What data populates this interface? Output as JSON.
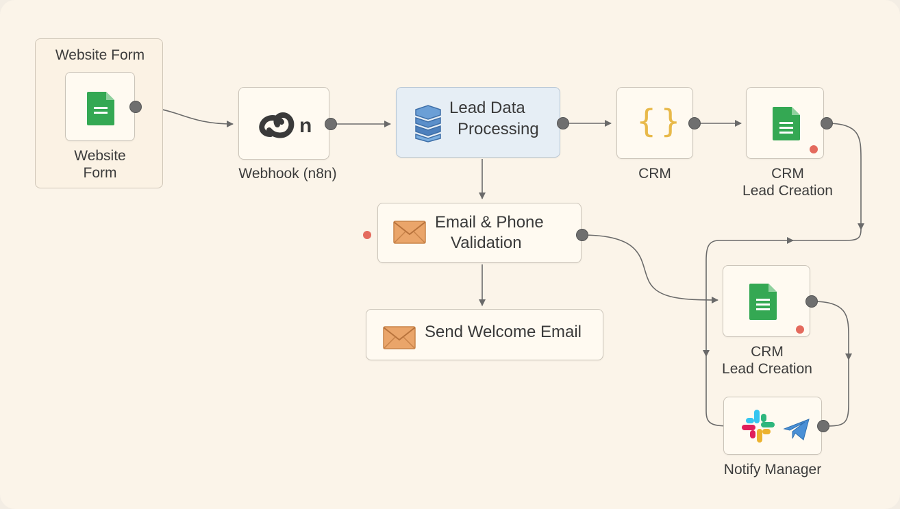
{
  "group": {
    "title": "Website Form"
  },
  "nodes": {
    "website_form": {
      "label_line1": "Website",
      "label_line2": "Form",
      "icon": "document-icon"
    },
    "webhook": {
      "label": "Webhook (n8n)",
      "icon": "n8n-logo-icon",
      "logo_text": "n"
    },
    "lead_processing": {
      "text_line1": "Lead Data",
      "text_line2": "Processing",
      "icon": "database-stack-icon"
    },
    "crm_code": {
      "label": "CRM",
      "icon": "curly-braces-icon",
      "glyph": "{}"
    },
    "crm_lead_1": {
      "label_line1": "CRM",
      "label_line2": "Lead Creation",
      "icon": "document-icon"
    },
    "validation": {
      "text_line1": "Email & Phone",
      "text_line2": "Validation",
      "icon": "envelope-icon"
    },
    "welcome_email": {
      "text": "Send Welcome Email",
      "icon": "envelope-icon"
    },
    "crm_lead_2": {
      "label_line1": "CRM",
      "label_line2": "Lead Creation",
      "icon": "document-icon"
    },
    "notify": {
      "label": "Notify Manager",
      "icons": [
        "slack-icon",
        "telegram-icon"
      ]
    }
  },
  "colors": {
    "background": "#fbf4e9",
    "wire": "#6a6a6a",
    "doc_green": "#34a853",
    "envelope_orange": "#e9a66b",
    "braces_yellow": "#e8b94a",
    "error_red": "#e46a5d",
    "processing_blue": "#e6eef5"
  }
}
